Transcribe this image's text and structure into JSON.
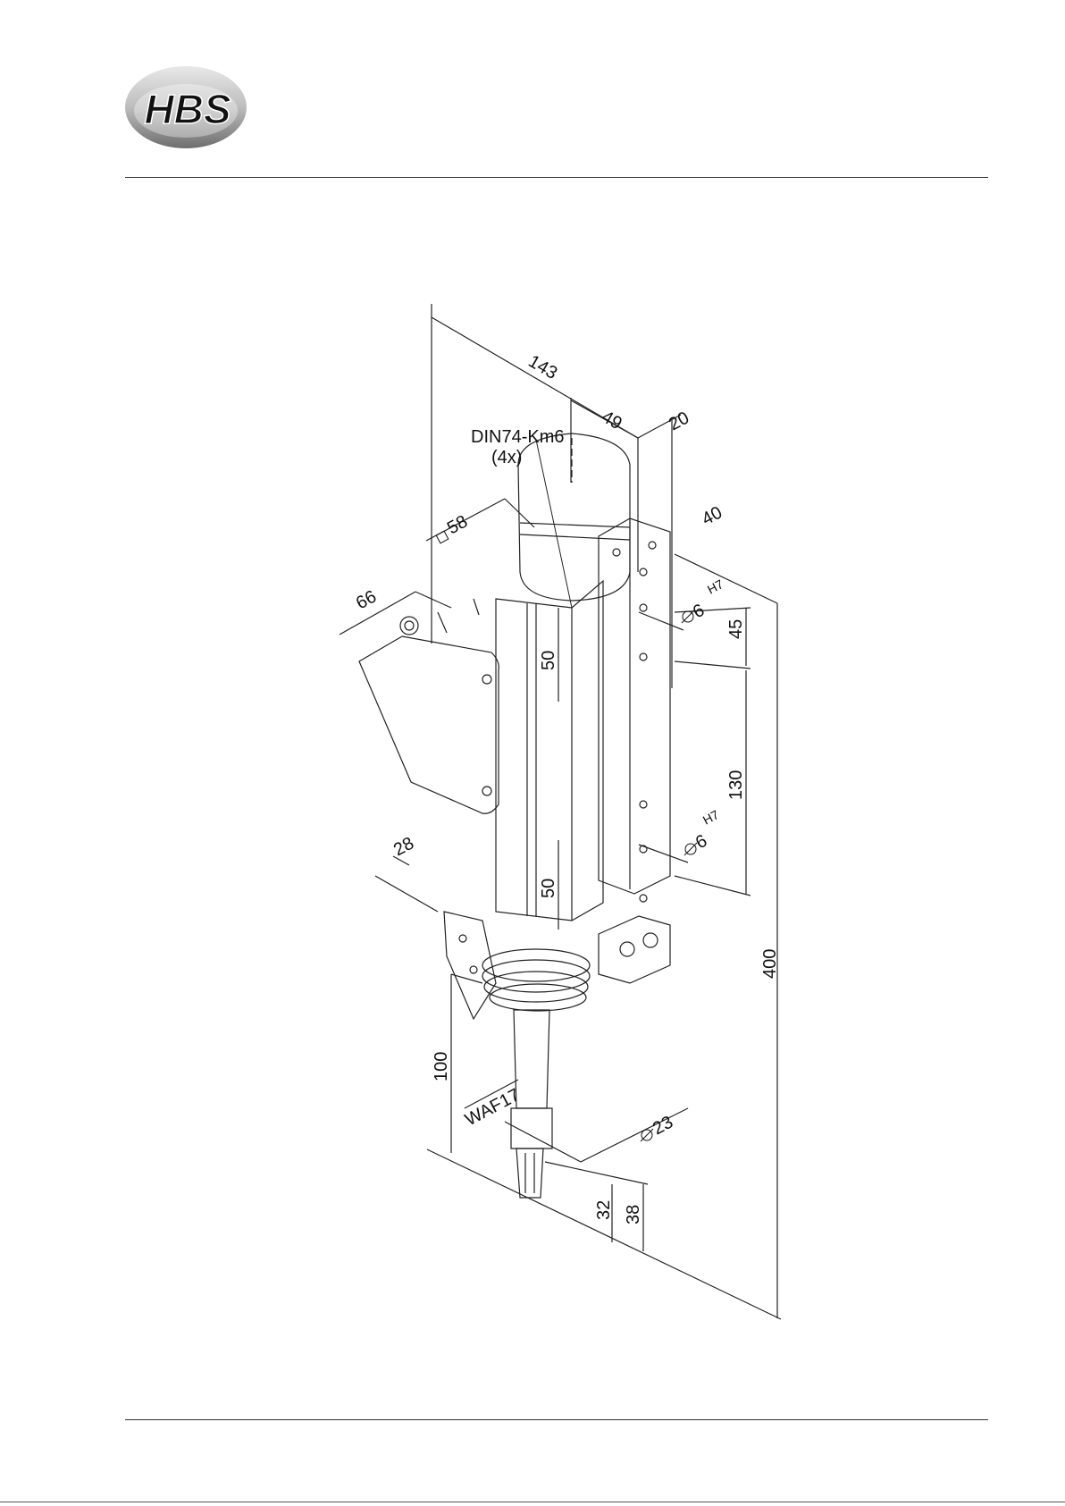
{
  "header": {
    "logo_text": "HBS"
  },
  "drawing": {
    "callout": {
      "line1": "DIN74-Km6",
      "line2": "(4x)"
    },
    "dimensions": {
      "d143": "143",
      "d49": "49",
      "d20": "20",
      "d40": "40",
      "d58": "58",
      "d66": "66",
      "d6_h7_top": "6",
      "h7_top": "H7",
      "d45": "45",
      "d50_top": "50",
      "d130": "130",
      "d6_h7_bottom": "6",
      "h7_bottom": "H7",
      "d28": "28",
      "d50_bottom": "50",
      "d400": "400",
      "d100": "100",
      "waf": "WAF17",
      "d23": "23",
      "d32": "32",
      "d38": "38"
    }
  }
}
